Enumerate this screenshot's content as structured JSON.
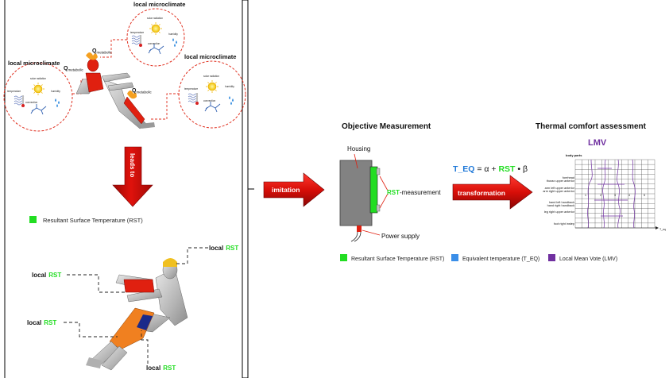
{
  "left": {
    "microclimate_label": "local microclimate",
    "q_symbol": "Q",
    "q_sub": "metabolic",
    "leads_to": "leads to",
    "icons": {
      "solar": "solar radiation",
      "temperature": "temperature",
      "convection": "convection",
      "humidity": "humidity"
    },
    "local_rst_prefix": "local",
    "rst": "RST",
    "legend_rst": "Resultant Surface Temperature (RST)"
  },
  "middle": {
    "imitation": "imitation"
  },
  "right": {
    "objective_title": "Objective Measurement",
    "housing": "Housing",
    "rst_measurement_suffix": "-measurement",
    "power_supply": "Power supply",
    "formula": {
      "teq": "T_EQ",
      "eq": " = α + ",
      "rst": "RST",
      "tail": " • β"
    },
    "transformation": "transformation",
    "comfort_title": "Thermal comfort assessment",
    "lmv": "LMV",
    "body_parts_label": "body parts",
    "body_parts": [
      "forehead",
      "thorax upper anterior",
      "arm left upper anterior",
      "arm right upper anterior",
      "hand left handback",
      "hand right handback",
      "leg right upper anterior",
      "foot right instep"
    ],
    "scale_numbers": [
      "1",
      "2",
      "3",
      "4",
      "5"
    ],
    "x_axis_label": "T_eq",
    "legend": [
      {
        "label": "Resultant Surface Temperature (RST)",
        "color": "#22dd22"
      },
      {
        "label": "Equivalent temperature (T_EQ)",
        "color": "#3a8ee8"
      },
      {
        "label": "Local Mean Vote (LMV)",
        "color": "#7030a0"
      }
    ]
  },
  "colors": {
    "arrow_red": "#e0120c",
    "rst_green": "#22dd22",
    "formula_blue": "#1e78d8",
    "lmv_purple": "#7030a0",
    "dashed_red": "#e03020",
    "sensor_orange": "#f0a030"
  }
}
